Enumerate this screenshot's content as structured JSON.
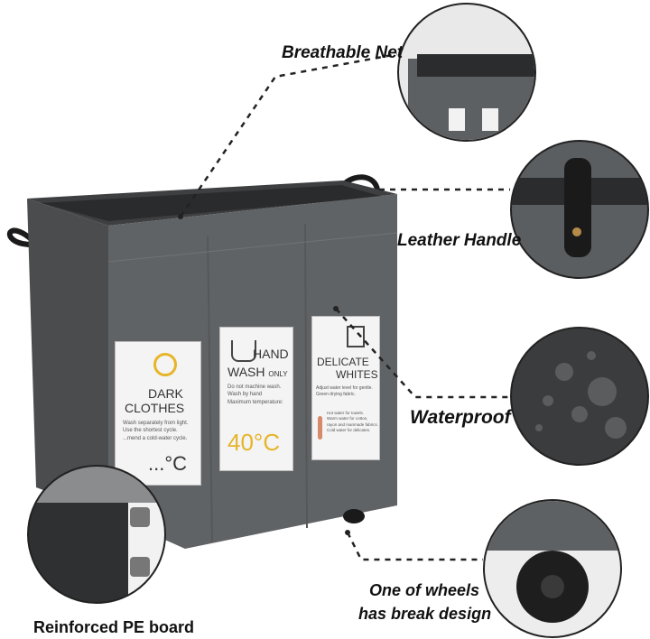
{
  "features": {
    "breathable_net": "Breathable  Net",
    "leather_handle": "Leather  Handle",
    "waterproof": "Waterproof",
    "wheels_line1": "One of wheels",
    "wheels_line2": "has break design",
    "pe_board": "Reinforced PE board"
  },
  "cards": {
    "dark": {
      "title1": "DARK",
      "title2": "CLOTHES",
      "line1": "Wash separately from light.",
      "line2": "Use the shortest cycle.",
      "line3": "...mend a cold-water cycle.",
      "temp": "...°C"
    },
    "hand": {
      "title1": "HAND",
      "title2": "WASH",
      "title2_suffix": "ONLY",
      "line1": "Do not machine wash.",
      "line2": "Wash by hand",
      "line3": "Maximum temperature:",
      "temp": "40°C"
    },
    "delicate": {
      "title1": "DELICATE",
      "title2": "WHITES",
      "line1": "Adjust water level for gentle.",
      "line2": "Green drying fabric.",
      "line3": "Hot water for towels.",
      "line4": "Warm water for cotton,",
      "line5": "rayon and manmade fabrics.",
      "line6": "Cold water for delicates."
    }
  },
  "colors": {
    "basket": "#5f6264",
    "basket_dark": "#4a4c4e",
    "line": "#222222",
    "accent_yellow": "#e7b52a"
  }
}
